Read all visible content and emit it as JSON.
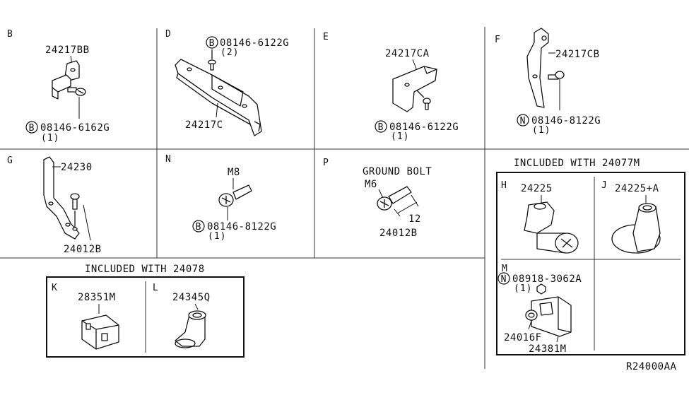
{
  "diagram": {
    "reference_code": "R24000AA",
    "sections": {
      "B": {
        "letter": "B",
        "part": "24217BB",
        "fastener": {
          "symbol": "B",
          "number": "08146-6162G",
          "qty": "(1)"
        }
      },
      "D": {
        "letter": "D",
        "part": "24217C",
        "fastener": {
          "symbol": "B",
          "number": "08146-6122G",
          "qty": "(2)"
        }
      },
      "E": {
        "letter": "E",
        "part": "24217CA",
        "fastener": {
          "symbol": "B",
          "number": "08146-6122G",
          "qty": "(1)"
        }
      },
      "F": {
        "letter": "F",
        "part": "24217CB",
        "fastener": {
          "symbol": "N",
          "number": "08146-8122G",
          "qty": "(1)"
        }
      },
      "G": {
        "letter": "G",
        "part": "24230",
        "part2": "24012B"
      },
      "N": {
        "letter": "N",
        "size": "M8",
        "fastener": {
          "symbol": "B",
          "number": "08146-8122G",
          "qty": "(1)"
        }
      },
      "P": {
        "letter": "P",
        "title": "GROUND BOLT",
        "size": "M6",
        "length": "12",
        "part": "24012B"
      },
      "H": {
        "letter": "H",
        "part": "24225"
      },
      "J": {
        "letter": "J",
        "part": "24225+A"
      },
      "M": {
        "letter": "M",
        "fastener": {
          "symbol": "N",
          "number": "08918-3062A",
          "qty": "(1)"
        },
        "part": "24016F",
        "part2": "24381M"
      },
      "K": {
        "letter": "K",
        "part": "28351M"
      },
      "L": {
        "letter": "L",
        "part": "24345Q"
      }
    },
    "groups": {
      "group_24077M": {
        "title": "INCLUDED WITH 24077M"
      },
      "group_24078": {
        "title": "INCLUDED WITH 24078"
      }
    }
  }
}
